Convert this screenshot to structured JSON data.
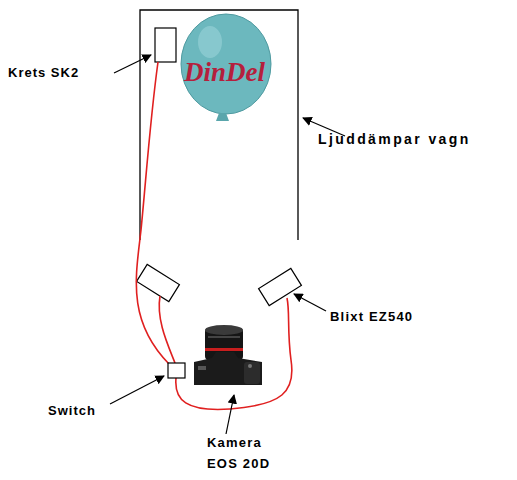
{
  "diagram": {
    "labels": [
      "Krets SK2",
      "DinDel",
      "Ljuddämpar vagn",
      "Blixt EZ540",
      "Switch",
      "Kamera EOS 20D"
    ]
  }
}
